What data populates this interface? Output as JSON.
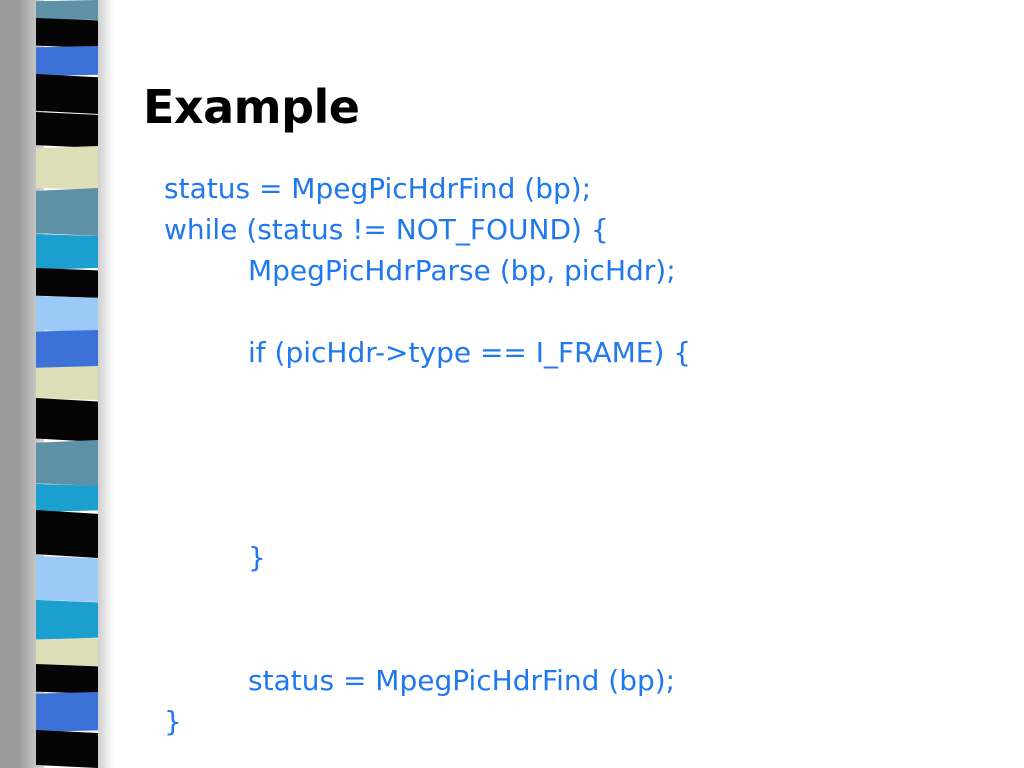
{
  "slide": {
    "title": "Example",
    "code_lines": [
      {
        "text": "status = MpegPicHdrFind (bp);",
        "indent": 0
      },
      {
        "text": "while (status != NOT_FOUND) {",
        "indent": 0
      },
      {
        "text": "MpegPicHdrParse (bp, picHdr);",
        "indent": 1
      },
      {
        "text": "",
        "indent": 0
      },
      {
        "text": "if (picHdr->type == I_FRAME) {",
        "indent": 1
      },
      {
        "text": "",
        "indent": 0
      },
      {
        "text": "",
        "indent": 0
      },
      {
        "text": "",
        "indent": 0
      },
      {
        "text": "",
        "indent": 0
      },
      {
        "text": "}",
        "indent": 1
      },
      {
        "text": "",
        "indent": 0
      },
      {
        "text": "",
        "indent": 0
      },
      {
        "text": "status = MpegPicHdrFind (bp);",
        "indent": 1
      },
      {
        "text": "}",
        "indent": 0
      }
    ]
  },
  "colors": {
    "code_text": "#1f78f0",
    "title_text": "#000000",
    "background": "#ffffff"
  },
  "decoration": {
    "left_strip_icon": "patterned-ribbon-icon"
  }
}
